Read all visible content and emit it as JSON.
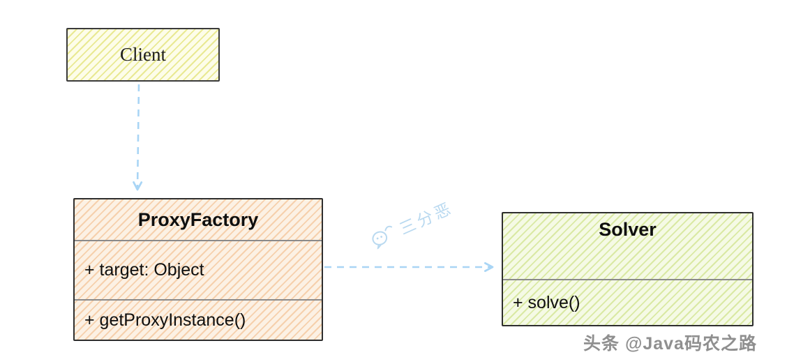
{
  "diagram": {
    "client": {
      "label": "Client"
    },
    "proxy_factory": {
      "title": "ProxyFactory",
      "attributes": [
        "+ target: Object"
      ],
      "methods": [
        "+ getProxyInstance()"
      ]
    },
    "solver": {
      "title": "Solver",
      "methods": [
        "+ solve()"
      ]
    },
    "relations": [
      {
        "from": "Client",
        "to": "ProxyFactory",
        "style": "dashed-arrow"
      },
      {
        "from": "ProxyFactory",
        "to": "Solver",
        "style": "dashed-arrow"
      }
    ]
  },
  "watermark": {
    "text": "三分恶"
  },
  "footer": {
    "credit": "头条 @Java码农之路"
  },
  "colors": {
    "arrow": "#a9d5f5",
    "client_fill": "#fdfde9",
    "proxy_fill": "#fcf1e4",
    "solver_fill": "#f5fae5",
    "border": "#2e2e2e",
    "watermark": "#b9d9f0",
    "credit_text": "#8f8f8f"
  }
}
